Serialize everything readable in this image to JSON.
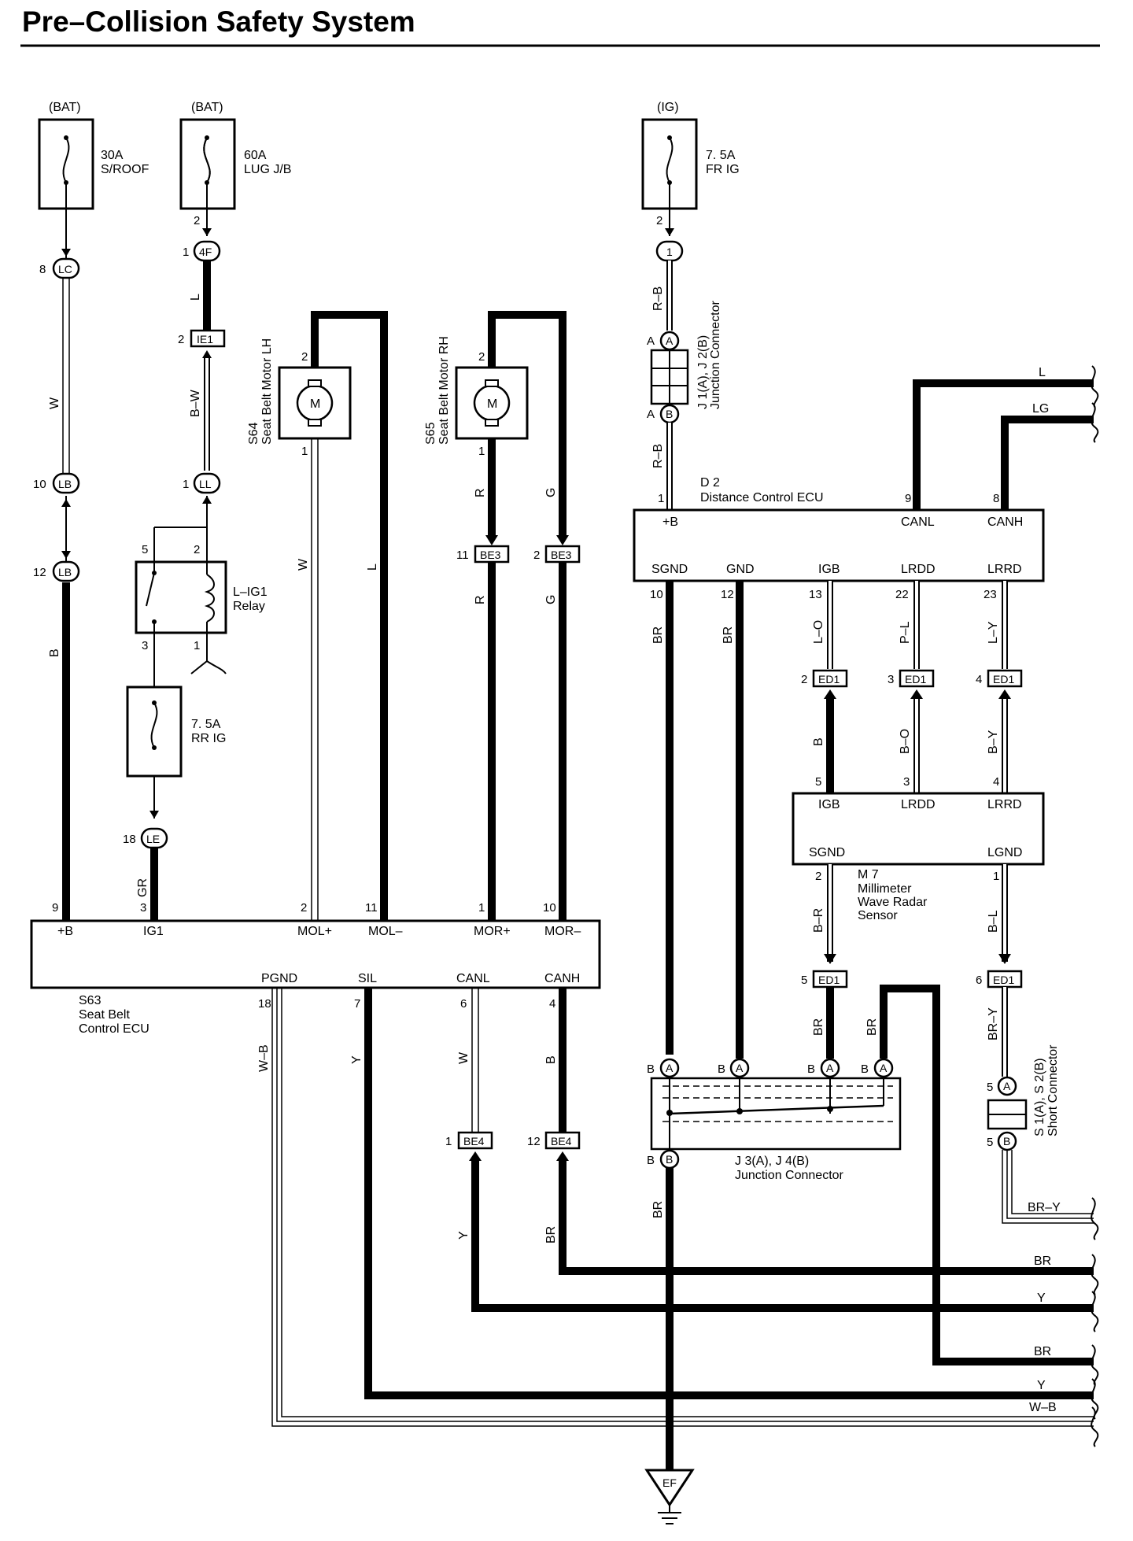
{
  "title": "Pre–Collision Safety System",
  "sources": {
    "bat1": "(BAT)",
    "bat2": "(BAT)",
    "ig": "(IG)"
  },
  "fuses": {
    "sroof": {
      "rating": "30A",
      "name": "S/ROOF"
    },
    "lugjb": {
      "rating": "60A",
      "name": "LUG J/B"
    },
    "frig": {
      "rating": "7. 5A",
      "name": "FR IG"
    },
    "rrig": {
      "rating": "7. 5A",
      "name": "RR IG"
    }
  },
  "relay": {
    "name": "L–IG1",
    "sub": "Relay"
  },
  "components": {
    "s64": {
      "code": "S64",
      "name": "Seat Belt Motor LH"
    },
    "s65": {
      "code": "S65",
      "name": "Seat Belt Motor RH"
    },
    "d2": {
      "code": "D 2",
      "name": "Distance Control ECU"
    },
    "m7": {
      "code": "M 7",
      "name1": "Millimeter",
      "name2": "Wave Radar",
      "name3": "Sensor"
    },
    "s63": {
      "code": "S63",
      "name1": "Seat Belt",
      "name2": "Control ECU"
    },
    "j1": {
      "code": "J 1(A), J 2(B)",
      "name": "Junction Connector"
    },
    "j3": {
      "code": "J 3(A), J 4(B)",
      "name": "Junction Connector"
    },
    "s1": {
      "code": "S 1(A), S 2(B)",
      "name": "Short Connector"
    },
    "ground": "EF",
    "motor_symbol": "M"
  },
  "connectors": {
    "lc": "LC",
    "f4": "4F",
    "ie1": "IE1",
    "ll": "LL",
    "lb1": "LB",
    "lb2": "LB",
    "le": "LE",
    "j1a": "1",
    "be3a": "BE3",
    "be3b": "BE3",
    "be4a": "BE4",
    "be4b": "BE4",
    "ed1a": "ED1",
    "ed1b": "ED1",
    "ed1c": "ED1",
    "ed1d": "ED1",
    "ed1e": "ED1",
    "a": "A",
    "b": "B"
  },
  "wires": {
    "w1": "W",
    "b1": "B",
    "l1": "L",
    "bw": "B–W",
    "gr": "GR",
    "w2": "W",
    "l2": "L",
    "r1": "R",
    "r2": "R",
    "g1": "G",
    "g2": "G",
    "rb1": "R–B",
    "rb2": "R–B",
    "br1": "BR",
    "br2": "BR",
    "lo": "L–O",
    "pl": "P–L",
    "ly": "L–Y",
    "b2": "B",
    "bo": "B–O",
    "by": "B–Y",
    "br_m": "B–R",
    "bl": "B–L",
    "br3": "BR",
    "br4": "BR",
    "bry": "BR–Y",
    "wb": "W–B",
    "y1": "Y",
    "w3": "W",
    "b3": "B",
    "y2": "Y",
    "br5": "BR",
    "br6": "BR",
    "r_l": "L",
    "r_lg": "LG",
    "r_bry": "BR–Y",
    "r_br1": "BR",
    "r_y1": "Y",
    "r_br2": "BR",
    "r_y2": "Y",
    "r_wb": "W–B"
  },
  "terminals": {
    "plus_b": "+B",
    "ig1": "IG1",
    "mol_p": "MOL+",
    "mol_m": "MOL–",
    "mor_p": "MOR+",
    "mor_m": "MOR–",
    "pgnd": "PGND",
    "sil": "SIL",
    "canl": "CANL",
    "canh": "CANH",
    "d2_b": "+B",
    "d2_canl": "CANL",
    "d2_canh": "CANH",
    "d2_sgnd": "SGND",
    "d2_gnd": "GND",
    "d2_igb": "IGB",
    "d2_lrdd": "LRDD",
    "d2_lrrd": "LRRD",
    "m7_igb": "IGB",
    "m7_lrdd": "LRDD",
    "m7_lrrd": "LRRD",
    "m7_sgnd": "SGND",
    "m7_lgnd": "LGND"
  },
  "pins": {
    "p8": "8",
    "p2a": "2",
    "p1a": "1",
    "p2b": "2",
    "p10a": "10",
    "p1b": "1",
    "p12a": "12",
    "p5a": "5",
    "p2c": "2",
    "p3a": "3",
    "p1c": "1",
    "p18a": "18",
    "p2d": "2",
    "p1d": "1",
    "p2e": "2",
    "p1e": "1",
    "p11a": "11",
    "p2f": "2",
    "s9": "9",
    "s3": "3",
    "s2": "2",
    "s11": "11",
    "s1": "1",
    "s10": "10",
    "s18": "18",
    "s7": "7",
    "s6": "6",
    "s4": "4",
    "p1be4": "1",
    "p12be4": "12",
    "p2g": "2",
    "ja": "A",
    "jb": "A",
    "d1": "1",
    "d9": "9",
    "d8": "8",
    "d10": "10",
    "d12": "12",
    "d13": "13",
    "d22": "22",
    "d23": "23",
    "e2": "2",
    "e3": "3",
    "e4": "4",
    "m5": "5",
    "m3": "3",
    "m4": "4",
    "m2": "2",
    "m1": "1",
    "e5": "5",
    "e6": "6",
    "jb1": "B",
    "jb2": "B",
    "jb3": "B",
    "jb4": "B",
    "jb5": "B",
    "sc5a": "5",
    "sc5b": "5"
  }
}
